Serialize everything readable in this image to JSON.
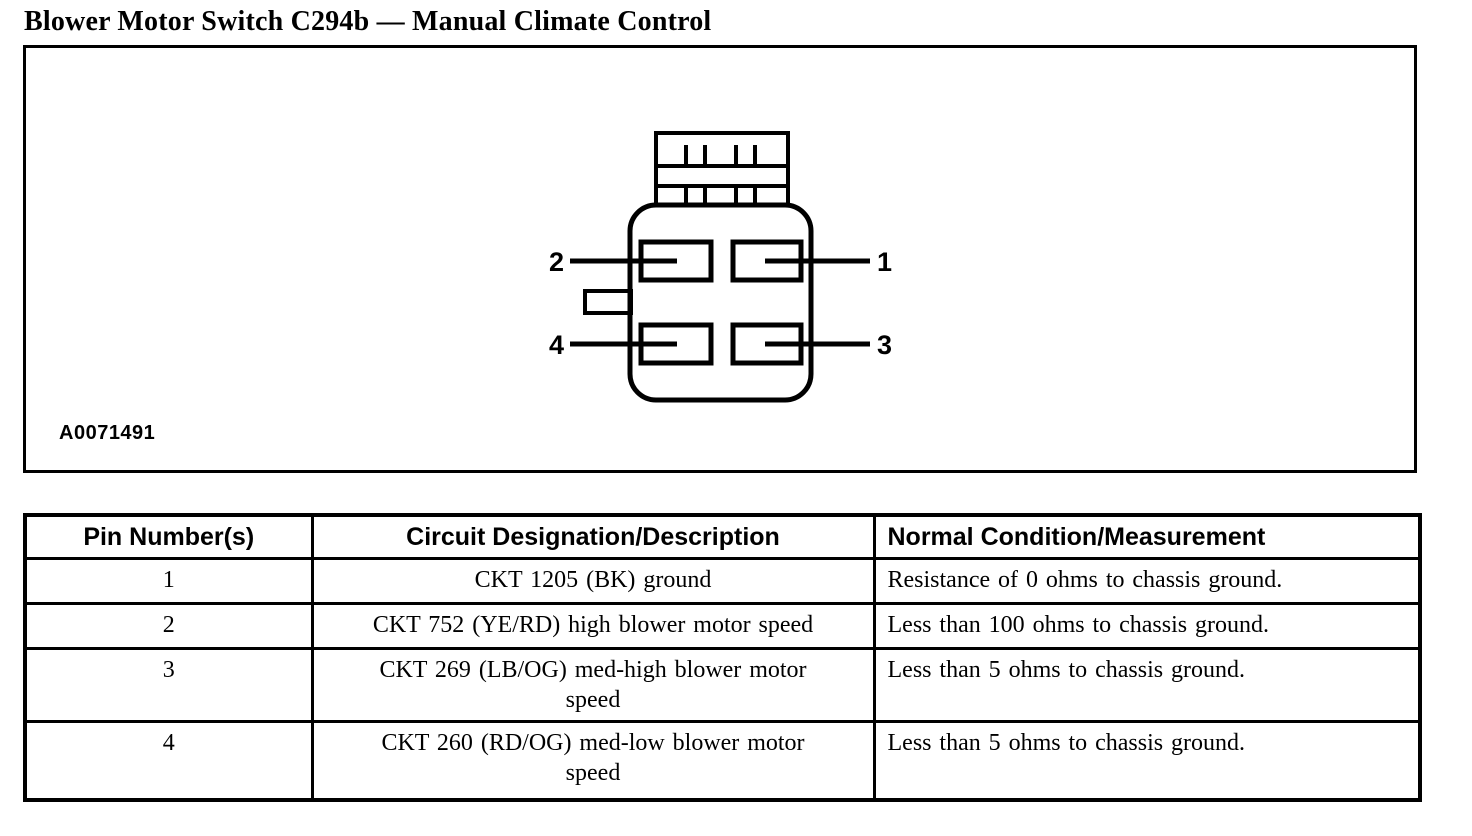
{
  "page": {
    "title": "Blower Motor Switch C294b — Manual Climate Control"
  },
  "figure": {
    "image_id": "A0071491",
    "connector_pins": {
      "top_left": "2",
      "top_right": "1",
      "bottom_left": "4",
      "bottom_right": "3"
    }
  },
  "table": {
    "headers": {
      "pin": "Pin Number(s)",
      "circuit": "Circuit Designation/Description",
      "condition": "Normal Condition/Measurement"
    },
    "rows": [
      {
        "pin": "1",
        "circuit": [
          "CKT 1205 (BK) ground"
        ],
        "condition": "Resistance of 0 ohms to chassis ground."
      },
      {
        "pin": "2",
        "circuit": [
          "CKT 752 (YE/RD) high blower motor speed"
        ],
        "condition": "Less than 100 ohms to chassis ground."
      },
      {
        "pin": "3",
        "circuit": [
          "CKT 269 (LB/OG) med-high blower motor",
          "speed"
        ],
        "condition": "Less than 5 ohms to chassis ground."
      },
      {
        "pin": "4",
        "circuit": [
          "CKT 260 (RD/OG) med-low blower motor",
          "speed"
        ],
        "condition": "Less than 5 ohms to chassis ground."
      }
    ]
  }
}
